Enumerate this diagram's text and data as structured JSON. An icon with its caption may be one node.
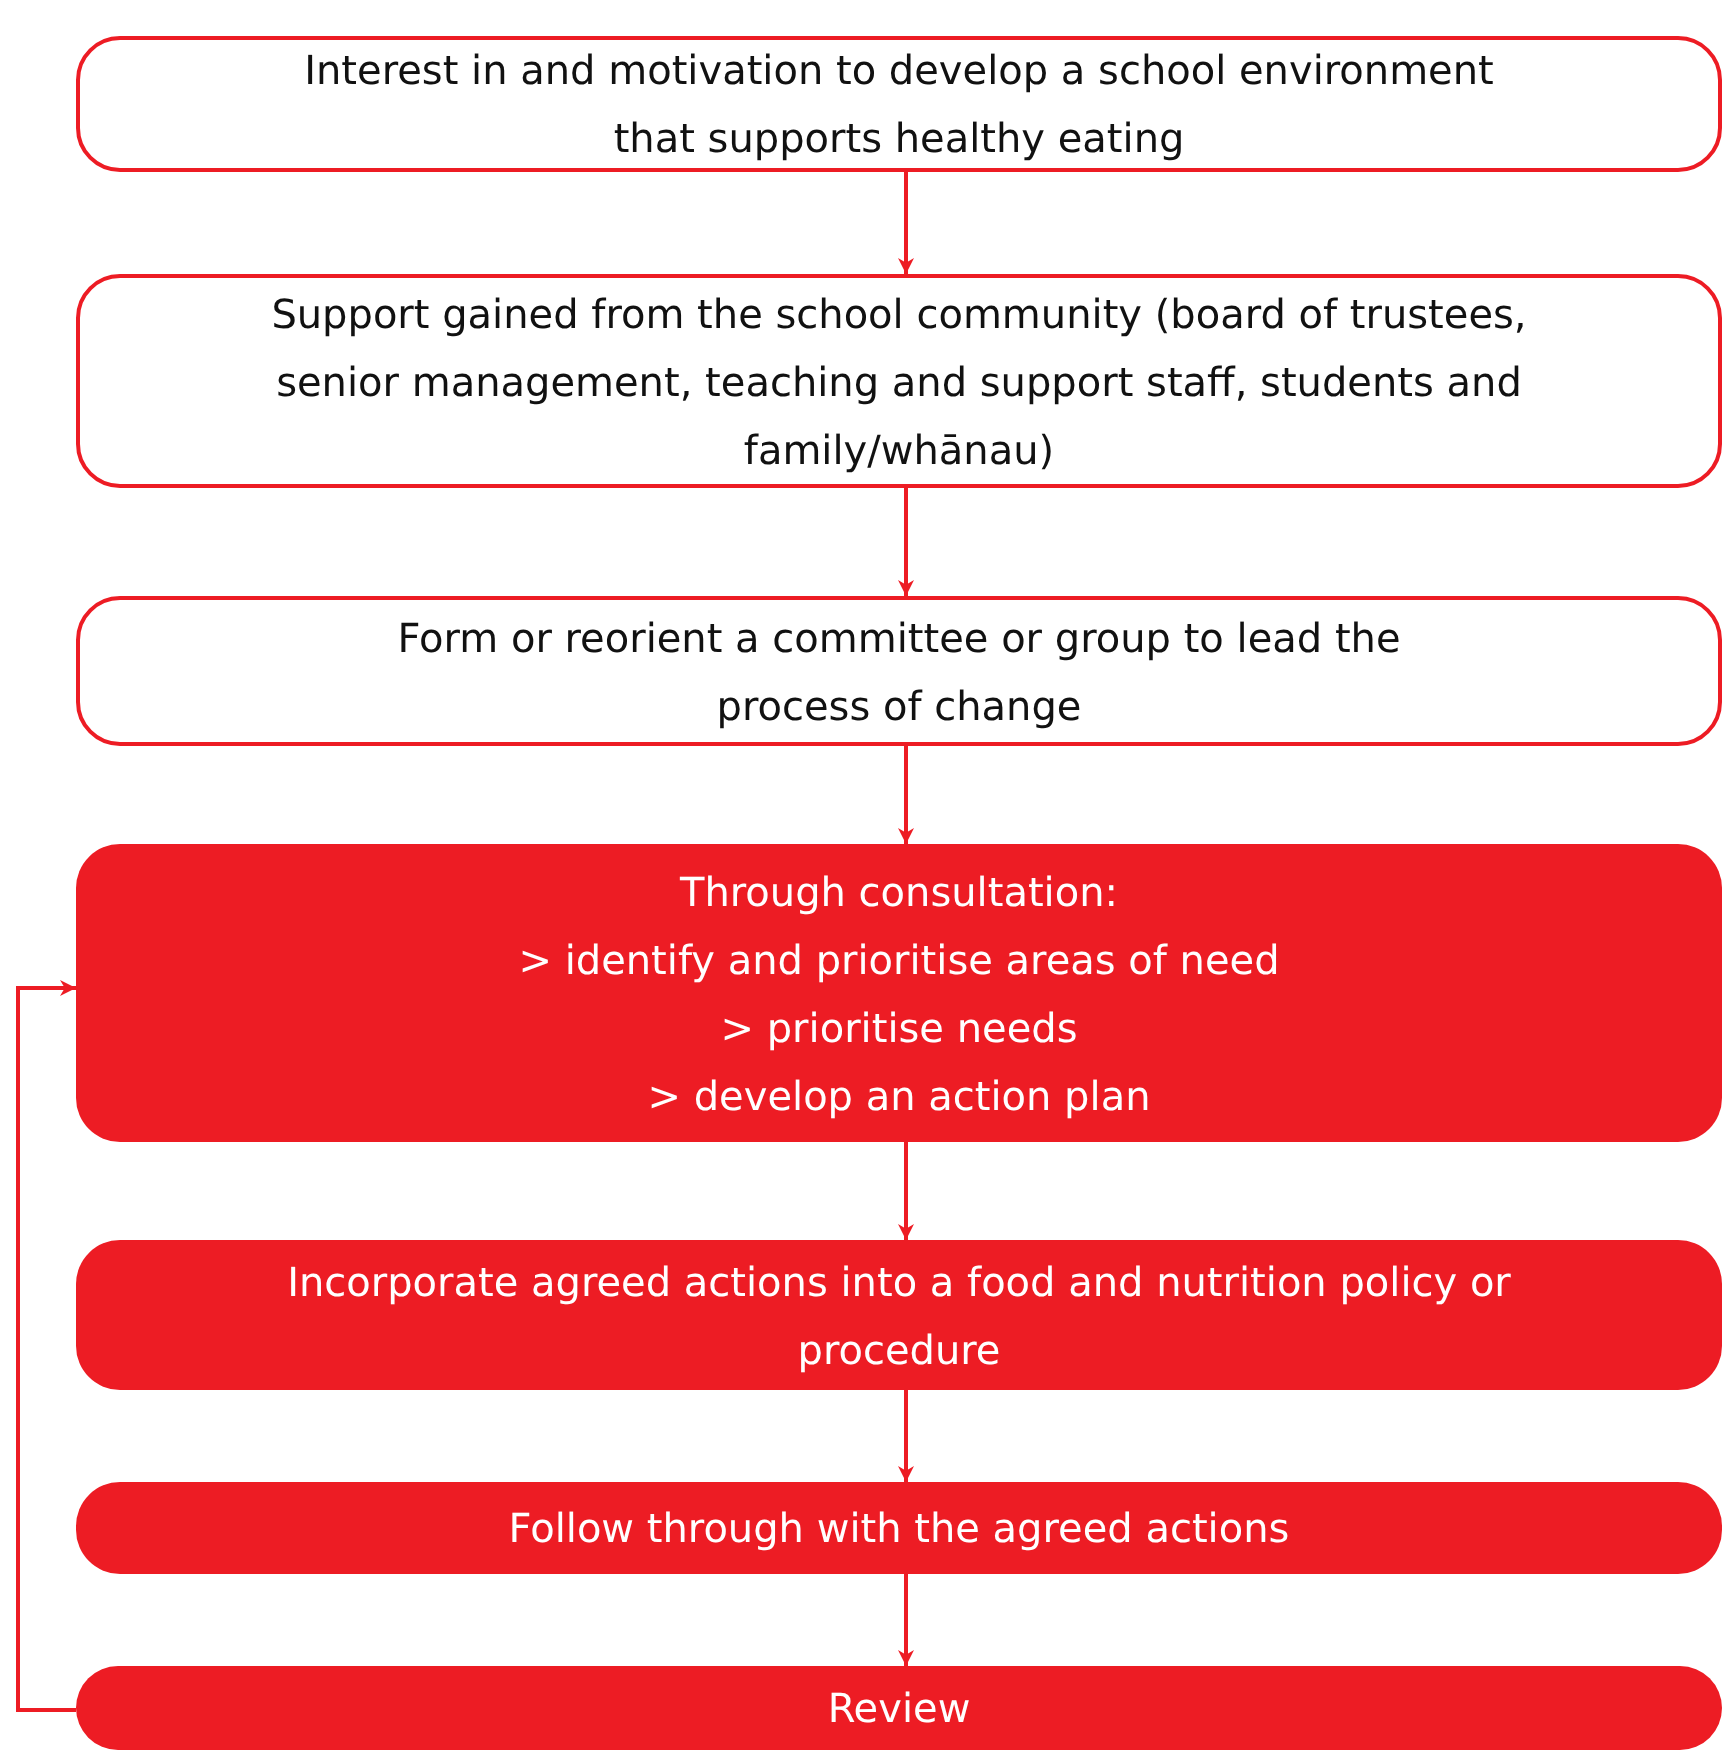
{
  "diagram": {
    "nodes": [
      {
        "text": [
          "Interest in and motivation to develop a school environment that supports healthy eating"
        ]
      },
      {
        "text": [
          "Support gained from the school community (board of trustees, senior management, teaching and support staff, students and family/whānau)"
        ]
      },
      {
        "text": [
          "Form or reorient a committee or group to lead the process of change"
        ]
      },
      {
        "text": [
          "Through consultation:",
          "> identify and prioritise areas of need",
          "> prioritise needs",
          "> develop an action plan"
        ]
      },
      {
        "text": [
          "Incorporate agreed actions into a food and nutrition policy or procedure"
        ]
      },
      {
        "text": [
          "Follow through with the agreed actions"
        ]
      },
      {
        "text": [
          "Review"
        ]
      }
    ],
    "edges": [
      {
        "from": 0,
        "to": 1,
        "arrow": "to"
      },
      {
        "from": 1,
        "to": 2,
        "arrow": "to"
      },
      {
        "from": 2,
        "to": 3,
        "arrow": "to"
      },
      {
        "from": 3,
        "to": 4,
        "arrow": "to"
      },
      {
        "from": 4,
        "to": 5,
        "arrow": "to"
      },
      {
        "from": 5,
        "to": 6,
        "arrow": "to"
      },
      {
        "from": 6,
        "to": 3,
        "arrow": "to"
      }
    ]
  }
}
